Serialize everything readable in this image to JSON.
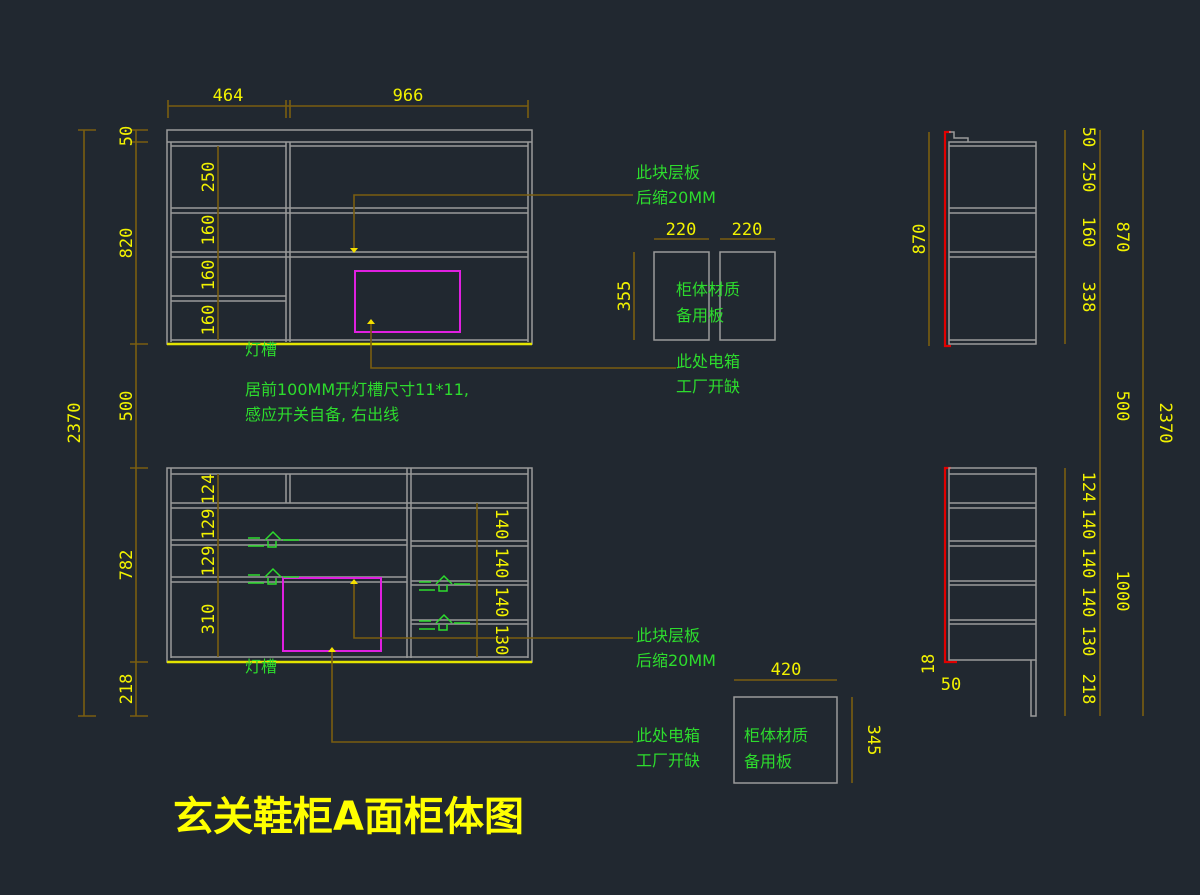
{
  "title": "玄关鞋柜A面柜体图",
  "colors": {
    "background": "#212830",
    "dimension_text": "#f2f200",
    "dimension_line": "#7a5e10",
    "annotation_text": "#2ddc2d",
    "panel_line": "#9a9a9a",
    "electrical_box": "#e020e0",
    "light_strip": "#e4e400",
    "back_panel": "#e00000"
  },
  "front_view": {
    "top_widths": [
      "464",
      "966"
    ],
    "left_total": "2370",
    "left_segments": [
      "50",
      "820",
      "500",
      "782",
      "218"
    ],
    "upper_left_column": [
      "250",
      "160",
      "160",
      "160"
    ],
    "lower_left_column": [
      "124",
      "129",
      "129",
      "310"
    ],
    "lower_right_column": [
      "140",
      "140",
      "140",
      "130"
    ],
    "light_slot_label_upper": "灯槽",
    "light_slot_label_lower": "灯槽",
    "light_slot_note": [
      "居前100MM开灯槽尺寸11*11,",
      "感应开关自备, 右出线"
    ],
    "socket_labels": [
      "二合一",
      "二合一",
      "二合一",
      "二合一"
    ],
    "shelf_note_upper": [
      "此块层板",
      "后缩20MM"
    ],
    "shelf_note_lower": [
      "此块层板",
      "后缩20MM"
    ],
    "electric_box_note_upper": [
      "此处电箱",
      "工厂开缺"
    ],
    "electric_box_note_lower": [
      "此处电箱",
      "工厂开缺"
    ]
  },
  "spare_panels_upper": {
    "widths": [
      "220",
      "220"
    ],
    "height": "355",
    "label": [
      "柜体材质",
      "备用板"
    ]
  },
  "spare_panel_lower": {
    "width": "420",
    "height": "345",
    "label": [
      "柜体材质",
      "备用板"
    ]
  },
  "side_view": {
    "upper_left_total": "870",
    "upper_segments": [
      "50",
      "250",
      "160",
      "338"
    ],
    "upper_right_total": "870",
    "middle": "500",
    "lower_segments": [
      "124",
      "140",
      "140",
      "140",
      "130",
      "218"
    ],
    "lower_total": "1000",
    "overall": "2370",
    "kick_labels": [
      "18",
      "50"
    ]
  }
}
